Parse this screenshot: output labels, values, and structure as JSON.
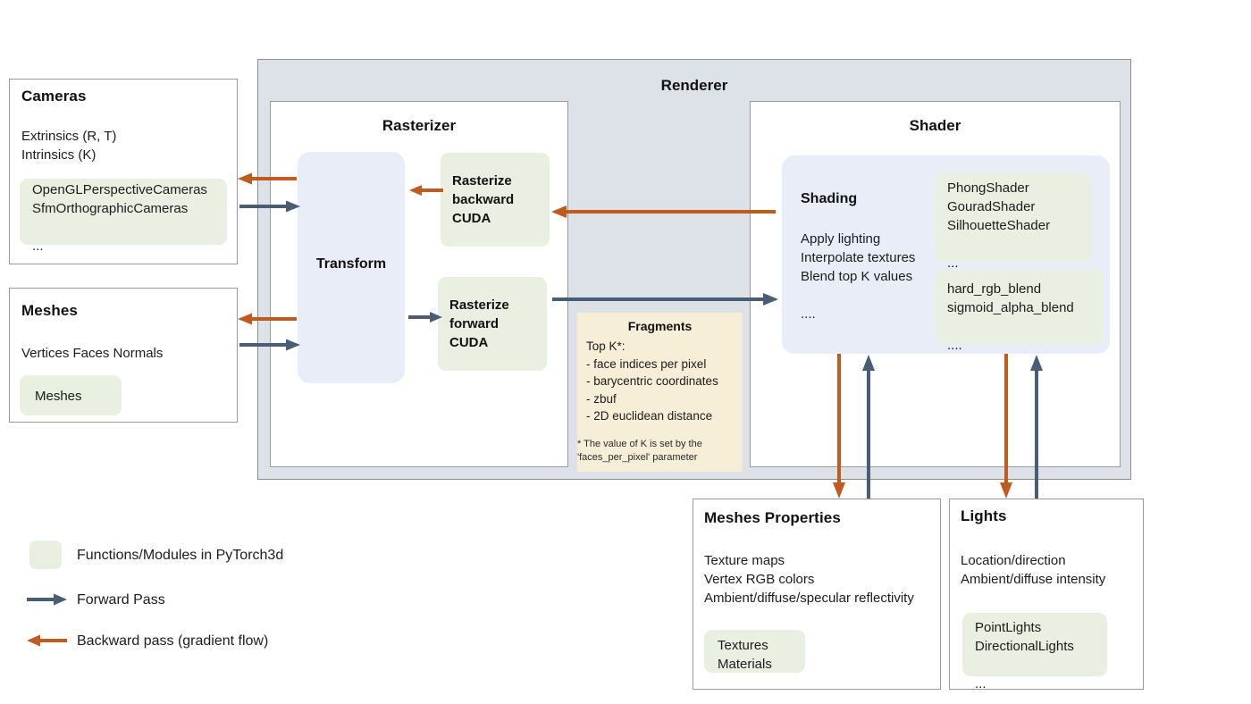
{
  "colors": {
    "forward": "#4a5d75",
    "backward": "#c05a1e",
    "green_chip": "#e9f0e1",
    "blue_block": "#e8edf8",
    "renderer_bg": "#dde1e8",
    "fragments_bg": "#f7eed8",
    "border": "#9a9a9a"
  },
  "cameras": {
    "title": "Cameras",
    "lines": "Extrinsics (R, T)\nIntrinsics (K)",
    "chip": "OpenGLPerspectiveCameras\nSfmOrthographicCameras\n\n..."
  },
  "meshes": {
    "title": "Meshes",
    "lines": "Vertices   Faces   Normals",
    "chip": "Meshes"
  },
  "renderer": {
    "title": "Renderer"
  },
  "rasterizer": {
    "title": "Rasterizer",
    "transform_label": "Transform",
    "backward_label": "Rasterize\nbackward\nCUDA",
    "forward_label": "Rasterize\nforward\nCUDA"
  },
  "fragments": {
    "title": "Fragments",
    "body": "Top K*:\n- face indices per pixel\n- barycentric coordinates\n- zbuf\n- 2D euclidean distance",
    "note": "* The value of K is set by the\n'faces_per_pixel' parameter"
  },
  "shader": {
    "title": "Shader",
    "shading_label": "Shading",
    "shading_lines": "Apply lighting\nInterpolate textures\nBlend top K values\n\n....",
    "chip_shaders": "PhongShader\nGouradShader\nSilhouetteShader\n\n...",
    "chip_blends": "hard_rgb_blend\nsigmoid_alpha_blend\n\n...."
  },
  "mesh_properties": {
    "title": "Meshes Properties",
    "lines": "Texture maps\nVertex RGB colors\nAmbient/diffuse/specular reflectivity\n\n...",
    "chip": "Textures\nMaterials"
  },
  "lights": {
    "title": "Lights",
    "lines": "Location/direction\nAmbient/diffuse intensity",
    "chip": "PointLights\nDirectionalLights\n\n..."
  },
  "legend": {
    "functions": "Functions/Modules in PyTorch3d",
    "forward": "Forward Pass",
    "backward": "Backward pass (gradient flow)"
  }
}
